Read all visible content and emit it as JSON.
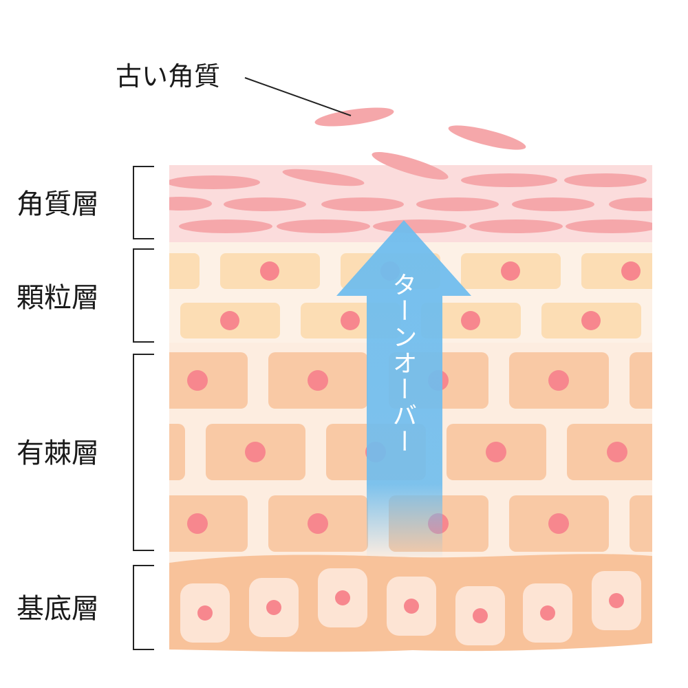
{
  "diagram": {
    "old_keratin_label": "古い角質",
    "turnover_label": "ターンオーバー",
    "layers": [
      {
        "id": "stratum-corneum",
        "label": "角質層"
      },
      {
        "id": "stratum-granulosum",
        "label": "顆粒層"
      },
      {
        "id": "stratum-spinosum",
        "label": "有棘層"
      },
      {
        "id": "stratum-basale",
        "label": "基底層"
      }
    ]
  },
  "colors": {
    "corneum_bg": "#fbdcdc",
    "corneum_cell": "#f5a7aa",
    "granulosum_bg": "#fdf1e6",
    "granulosum_cell": "#fcddb4",
    "spinosum_bg": "#fdede0",
    "spinosum_cell": "#f9c9a5",
    "basale_bg": "#f8c29a",
    "basale_cell": "#fde4d4",
    "nucleus": "#f7878e",
    "arrow": "#6fbdee",
    "bracket": "#222222",
    "text": "#1a1a1a"
  }
}
